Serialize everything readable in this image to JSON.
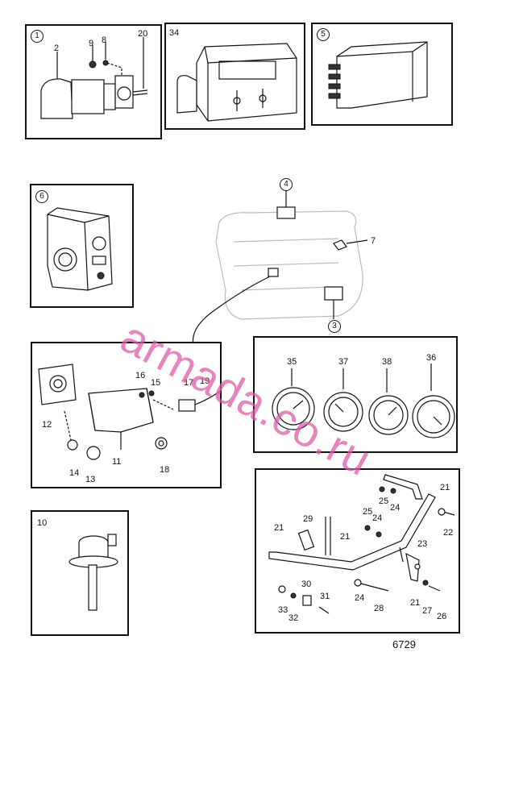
{
  "panels": {
    "p1": {
      "marker": "1",
      "labels": {
        "l2": "2",
        "l9": "9",
        "l8": "8",
        "l20": "20"
      }
    },
    "p34": {
      "marker": "34"
    },
    "p5": {
      "marker": "5"
    },
    "p6": {
      "marker": "6"
    },
    "engine": {
      "labels": {
        "l4": "4",
        "l7": "7",
        "l3": "3"
      }
    },
    "sender": {
      "labels": {
        "l16": "16",
        "l15": "15",
        "l17": "17",
        "l19": "19",
        "l12": "12",
        "l11": "11",
        "l14": "14",
        "l13": "13",
        "l18": "18"
      }
    },
    "gauges": {
      "labels": {
        "l35": "35",
        "l37": "37",
        "l38": "38",
        "l36": "36"
      }
    },
    "p10": {
      "marker": "10"
    },
    "bracket": {
      "labels": {
        "l21a": "21",
        "l25a": "25",
        "l24a": "24",
        "l22": "22",
        "l21b": "21",
        "l29": "29",
        "l25b": "25",
        "l24b": "24",
        "l21c": "21",
        "l23": "23",
        "l24c": "24",
        "l28": "28",
        "l21d": "21",
        "l27": "27",
        "l26": "26",
        "l30": "30",
        "l31": "31",
        "l33": "33",
        "l32": "32"
      }
    }
  },
  "figure_number": "6729",
  "watermark": "armada.co.ru"
}
